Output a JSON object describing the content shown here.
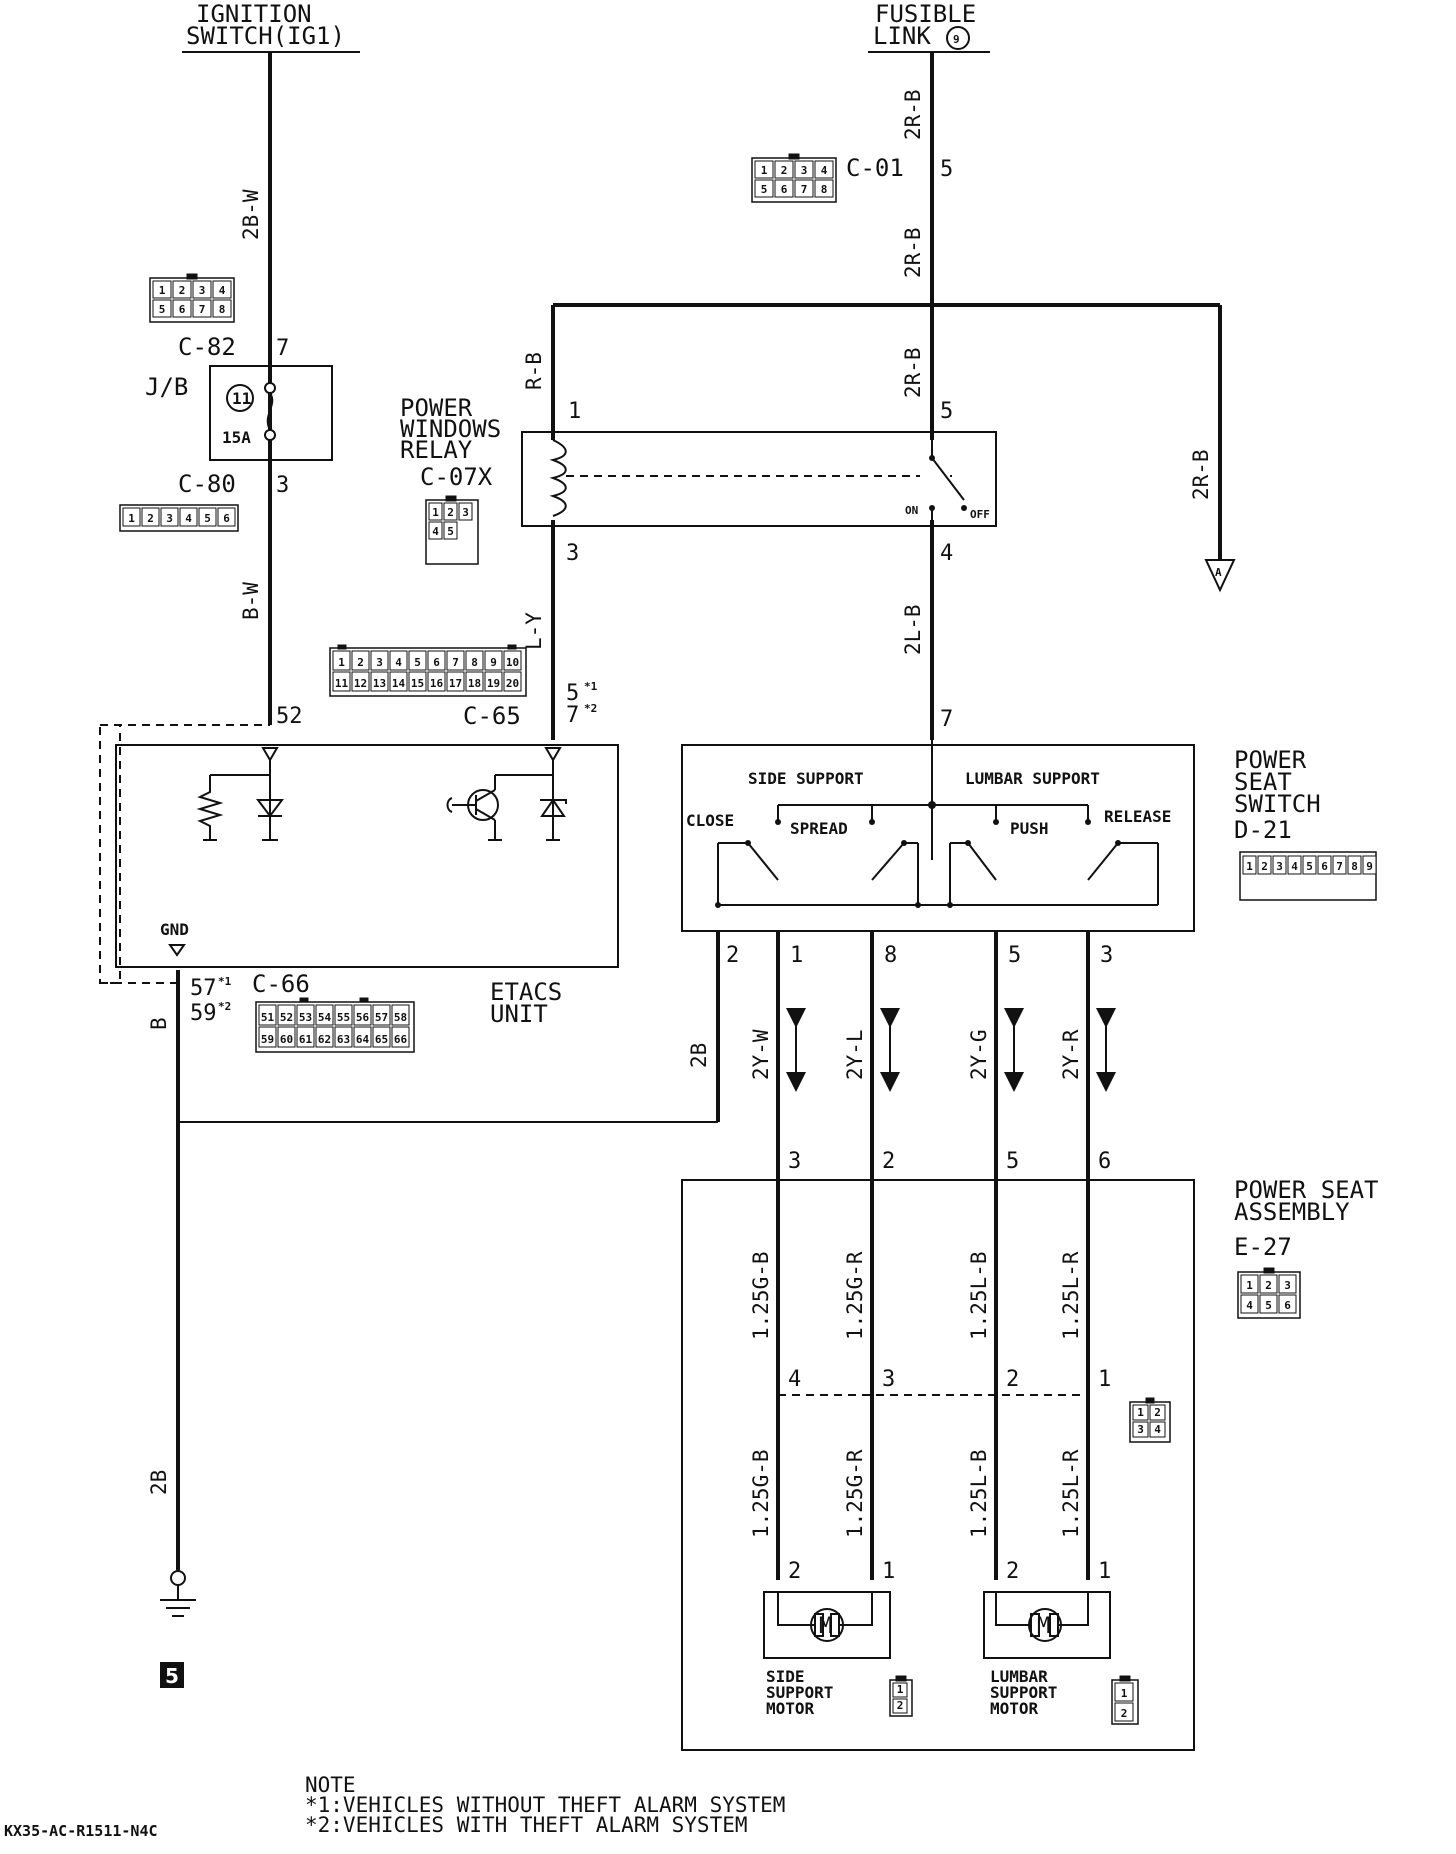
{
  "sources": {
    "ignition": [
      "IGNITION",
      "SWITCH(IG1)"
    ],
    "fusible": [
      "FUSIBLE",
      "LINK"
    ],
    "fusible_num": "9"
  },
  "connectors": {
    "c01": "C-01",
    "c82": "C-82",
    "jb": "J/B",
    "c80": "C-80",
    "c07x": "C-07X",
    "c65": "C-65",
    "c66": "C-66",
    "d21": "D-21",
    "e27": "E-27"
  },
  "fuse": {
    "num": "11",
    "rating": "15A"
  },
  "relay": {
    "title": [
      "POWER",
      "WINDOWS",
      "RELAY"
    ],
    "on": "ON",
    "off": "OFF"
  },
  "wires": {
    "ig_main": "2B-W",
    "ig_low": "B-W",
    "fl_top": "2R-B",
    "fl_mid": "2R-B",
    "relay_in": "R-B",
    "relay_5": "2R-B",
    "right_branch": "2R-B",
    "relay_out": "L-Y",
    "switch_in": "2L-B",
    "gnd_wire": "B",
    "gnd_2b": "2B",
    "gnd_main": "2B",
    "w1": "2Y-W",
    "w8": "2Y-L",
    "w5": "2Y-G",
    "w3": "2Y-R",
    "a1": "1.25G-B",
    "a2": "1.25G-R",
    "a3": "1.25L-B",
    "a4": "1.25L-R",
    "b1": "1.25G-B",
    "b2": "1.25G-R",
    "b3": "1.25L-B",
    "b4": "1.25L-R"
  },
  "pins": {
    "c82_7": "7",
    "c80_3": "3",
    "etacs_52": "52",
    "relay_1": "1",
    "relay_3": "3",
    "relay_5": "5",
    "relay_4": "4",
    "c01_5": "5",
    "c65_5": "5",
    "c65_7": "7",
    "star1": "*1",
    "star2": "*2",
    "c66_57": "57",
    "c66_59": "59",
    "sw_7": "7",
    "sw_2": "2",
    "sw_1": "1",
    "sw_8": "8",
    "sw_5": "5",
    "sw_3": "3",
    "ps_3": "3",
    "ps_2": "2",
    "ps_5": "5",
    "ps_6": "6",
    "in_4": "4",
    "in_3": "3",
    "in_2": "2",
    "in_1": "1",
    "m1_2": "2",
    "m1_1": "1",
    "m2_2": "2",
    "m2_1": "1"
  },
  "etacs": {
    "title": [
      "ETACS",
      "UNIT"
    ],
    "gnd": "GND"
  },
  "power_seat_switch": {
    "title": [
      "POWER",
      "SEAT",
      "SWITCH"
    ],
    "side": "SIDE SUPPORT",
    "lumbar": "LUMBAR SUPPORT",
    "close": "CLOSE",
    "spread": "SPREAD",
    "push": "PUSH",
    "release": "RELEASE"
  },
  "power_seat_assembly": {
    "title": [
      "POWER SEAT",
      "ASSEMBLY"
    ]
  },
  "motors": {
    "side": [
      "SIDE",
      "SUPPORT",
      "MOTOR"
    ],
    "lumbar": [
      "LUMBAR",
      "SUPPORT",
      "MOTOR"
    ],
    "m": "M"
  },
  "ground_num": "5",
  "arrow_a": "A",
  "note": {
    "title": "NOTE",
    "l1": "*1:VEHICLES WITHOUT THEFT ALARM SYSTEM",
    "l2": "*2:VEHICLES WITH THEFT ALARM SYSTEM"
  },
  "code": "KX35-AC-R1511-N4C",
  "cpins": {
    "c01": [
      "1",
      "2",
      "3",
      "4",
      "5",
      "6",
      "7",
      "8"
    ],
    "c82": [
      "1",
      "2",
      "3",
      "4",
      "5",
      "6",
      "7",
      "8"
    ],
    "c80": [
      "1",
      "2",
      "3",
      "4",
      "5",
      "6"
    ],
    "c07x": [
      "1",
      "2",
      "3",
      "4",
      "5"
    ],
    "c65": [
      "1",
      "2",
      "3",
      "4",
      "5",
      "6",
      "7",
      "8",
      "9",
      "10",
      "11",
      "12",
      "13",
      "14",
      "15",
      "16",
      "17",
      "18",
      "19",
      "20"
    ],
    "c66": [
      "51",
      "52",
      "53",
      "54",
      "55",
      "56",
      "57",
      "58",
      "59",
      "60",
      "61",
      "62",
      "63",
      "64",
      "65",
      "66"
    ],
    "d21": [
      "1",
      "2",
      "3",
      "4",
      "5",
      "6",
      "7",
      "8",
      "9"
    ],
    "e27": [
      "1",
      "2",
      "3",
      "4",
      "5",
      "6"
    ],
    "inline": [
      "1",
      "2",
      "3",
      "4"
    ],
    "m1": [
      "1",
      "2"
    ],
    "m2": [
      "1",
      "2"
    ]
  }
}
